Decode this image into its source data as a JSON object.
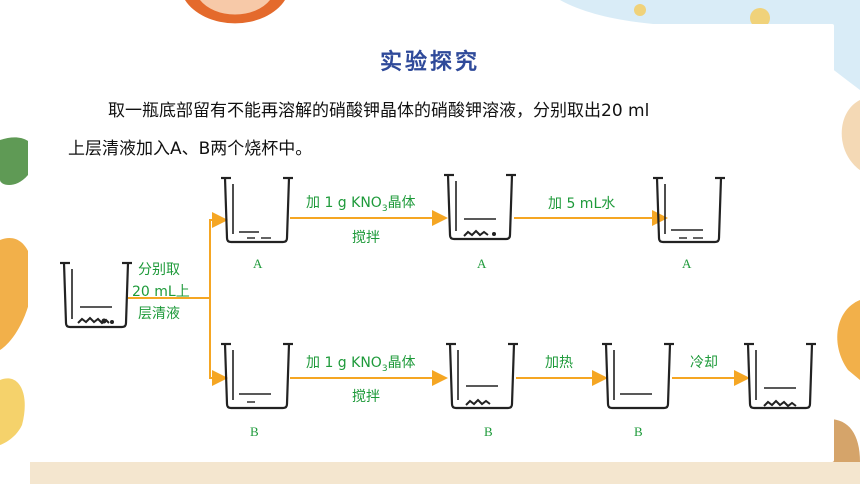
{
  "slide": {
    "title": "实验探究",
    "paragraph_line1": "取一瓶底部留有不能再溶解的硝酸钾晶体的硝酸钾溶液，分别取出20 ml",
    "paragraph_line2": "上层清液加入A、B两个烧杯中。"
  },
  "diagram": {
    "split_label_1": "分别取",
    "split_label_2": "20 mL上",
    "split_label_3": "层清液",
    "add_kno3_a": "加 1 g KNO",
    "add_kno3_a_sub": "3",
    "add_kno3_a_tail": "晶体",
    "stir_a": "搅拌",
    "add_water": "加 5 mL水",
    "add_kno3_b": "加 1 g KNO",
    "add_kno3_b_sub": "3",
    "add_kno3_b_tail": "晶体",
    "stir_b": "搅拌",
    "heat": "加热",
    "cool": "冷却",
    "beaker_a1": "A",
    "beaker_a2": "A",
    "beaker_a3": "A",
    "beaker_b1": "B",
    "beaker_b2": "B",
    "beaker_b3": "B"
  },
  "colors": {
    "label_green": "#1e9a3a",
    "arrow_orange": "#f5a623",
    "title_blue": "#2f4a9a"
  }
}
